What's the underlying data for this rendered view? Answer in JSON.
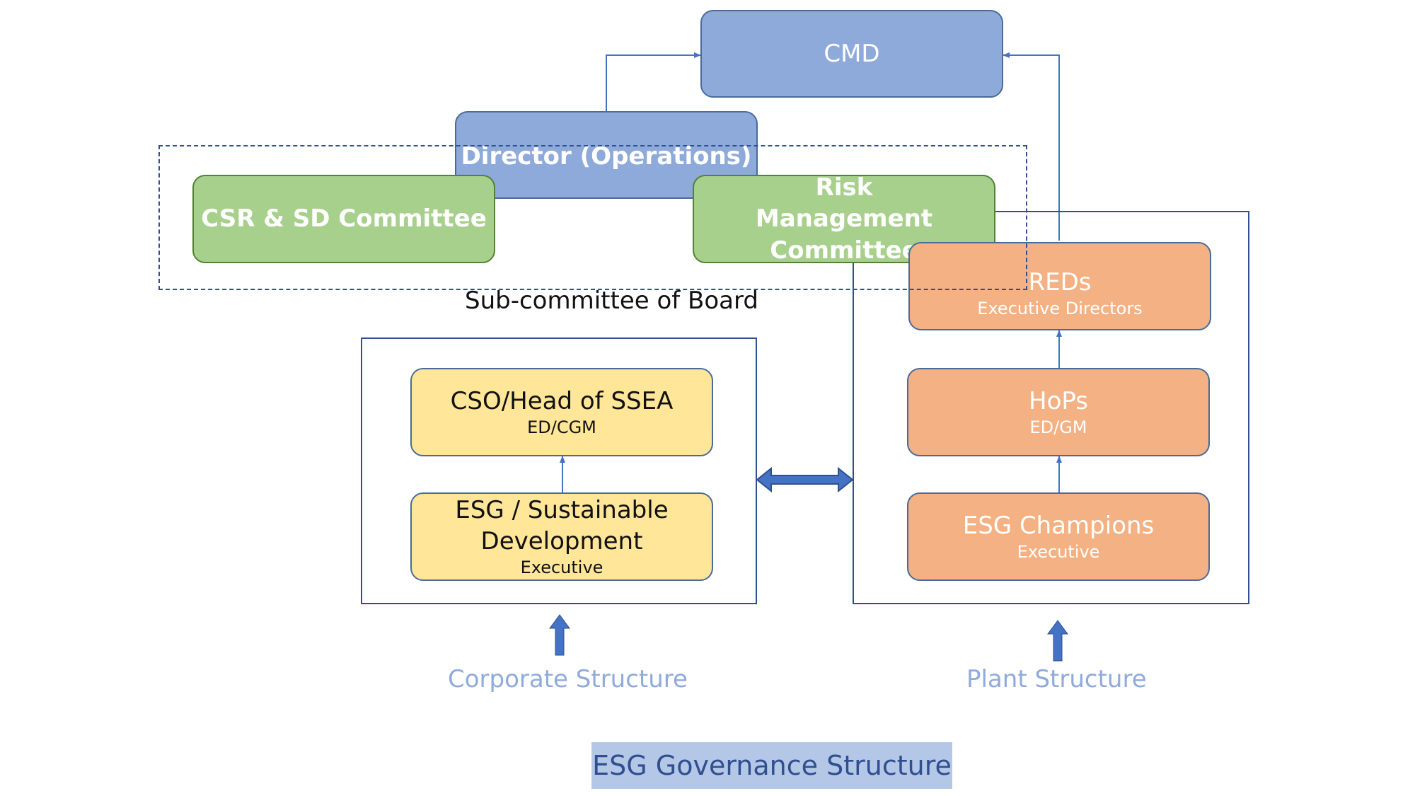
{
  "nodes": {
    "cmd": "CMD",
    "director": "Director (Operations)",
    "csr": "CSR & SD Committee",
    "risk": "Risk Management Committee",
    "reds": {
      "title": "REDs",
      "sub": "Executive Directors"
    },
    "hops": {
      "title": "HoPs",
      "sub": "ED/GM"
    },
    "esg_champions": {
      "title": "ESG Champions",
      "sub": "Executive"
    },
    "cso": {
      "title": "CSO/Head of SSEA",
      "sub": "ED/CGM"
    },
    "esg_sd": {
      "title": "ESG / Sustainable Development",
      "sub": "Executive"
    }
  },
  "labels": {
    "subcommittee": "Sub-committee of Board",
    "corporate": "Corporate Structure",
    "plant": "Plant Structure",
    "caption": "ESG Governance Structure"
  },
  "colors": {
    "blue": "#8eaadb",
    "green": "#a8d08d",
    "yellow": "#ffe699",
    "orange": "#f4b183",
    "arrow": "#4472c4",
    "caption_bg": "#b4c7e7",
    "structure_text": "#8faadc"
  }
}
